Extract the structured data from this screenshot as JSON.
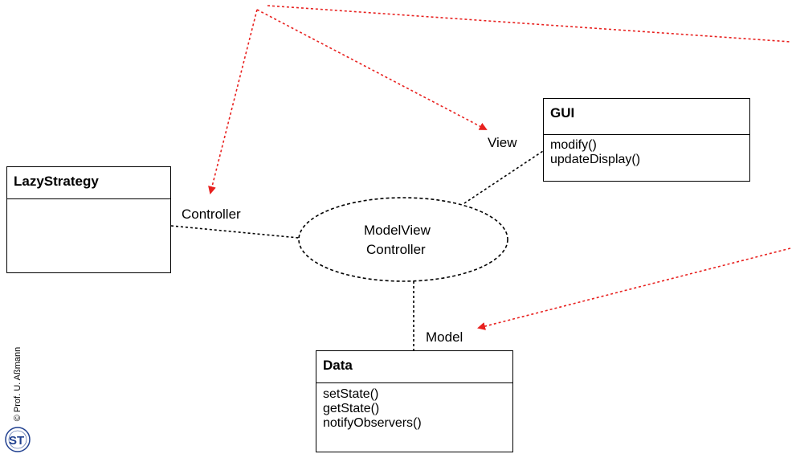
{
  "classes": {
    "lazy": {
      "name": "LazyStrategy",
      "operations": []
    },
    "gui": {
      "name": "GUI",
      "operations": [
        "modify()",
        "updateDisplay()"
      ]
    },
    "data": {
      "name": "Data",
      "operations": [
        "setState()",
        "getState()",
        "notifyObservers()"
      ]
    }
  },
  "collaboration": {
    "line1": "ModelView",
    "line2": "Controller"
  },
  "roles": {
    "controller": "Controller",
    "view": "View",
    "model": "Model"
  },
  "copyright": "© Prof. U. Aßmann",
  "logo": {
    "letters": "ST",
    "colors": {
      "stroke": "#1f3f8f",
      "text": "#1f3f8f"
    }
  },
  "colors": {
    "pointer_arrows": "#e8211f",
    "lines": "#000000"
  }
}
